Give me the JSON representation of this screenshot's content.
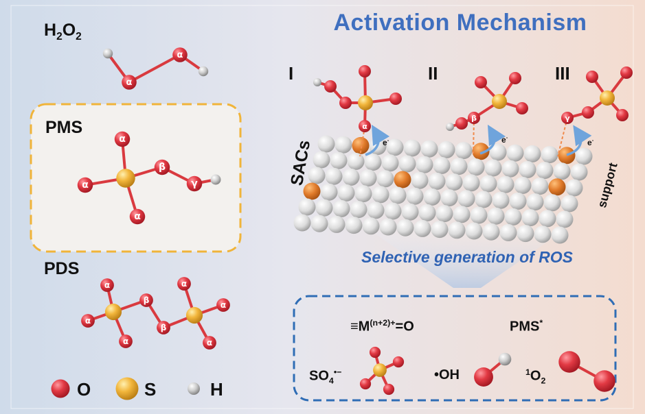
{
  "title": "Activation Mechanism",
  "oxidants": {
    "h2o2": {
      "prefix": "H",
      "sub1": "2",
      "mid": "O",
      "sub2": "2"
    },
    "pms": "PMS",
    "pds": "PDS"
  },
  "atom_labels": {
    "alpha": "α",
    "beta": "β",
    "gamma": "γ"
  },
  "pathways": [
    "I",
    "II",
    "III"
  ],
  "surface_labels": {
    "sacs": "SACs",
    "support": "support",
    "electron": "e",
    "electron_sup": "-"
  },
  "selective_text": "Selective generation of ROS",
  "ros": {
    "metal_oxo": {
      "main": "≡M",
      "sup": "(n+2)+",
      "tail": "=O"
    },
    "pms_star": {
      "main": "PMS",
      "sup": "*"
    },
    "sulfate": {
      "main": "SO",
      "sub": "4",
      "sup": "•−"
    },
    "hydroxyl": "•OH",
    "singlet_o2": {
      "sup": "1",
      "main": "O",
      "sub": "2"
    }
  },
  "legend": [
    {
      "symbol": "O",
      "color": "#e23a44"
    },
    {
      "symbol": "S",
      "color": "#f2b63c"
    },
    {
      "symbol": "H",
      "color": "#c9c9c9"
    }
  ],
  "colors": {
    "oxygen": "#e23a44",
    "sulfur": "#f2b63c",
    "hydrogen": "#c9c9c9",
    "metal": "#e07a2a",
    "support_atom": "#e2e2e2",
    "pms_box_border": "#f0b43a",
    "ros_box_border": "#2f6db5",
    "title": "#3f6fbf"
  }
}
